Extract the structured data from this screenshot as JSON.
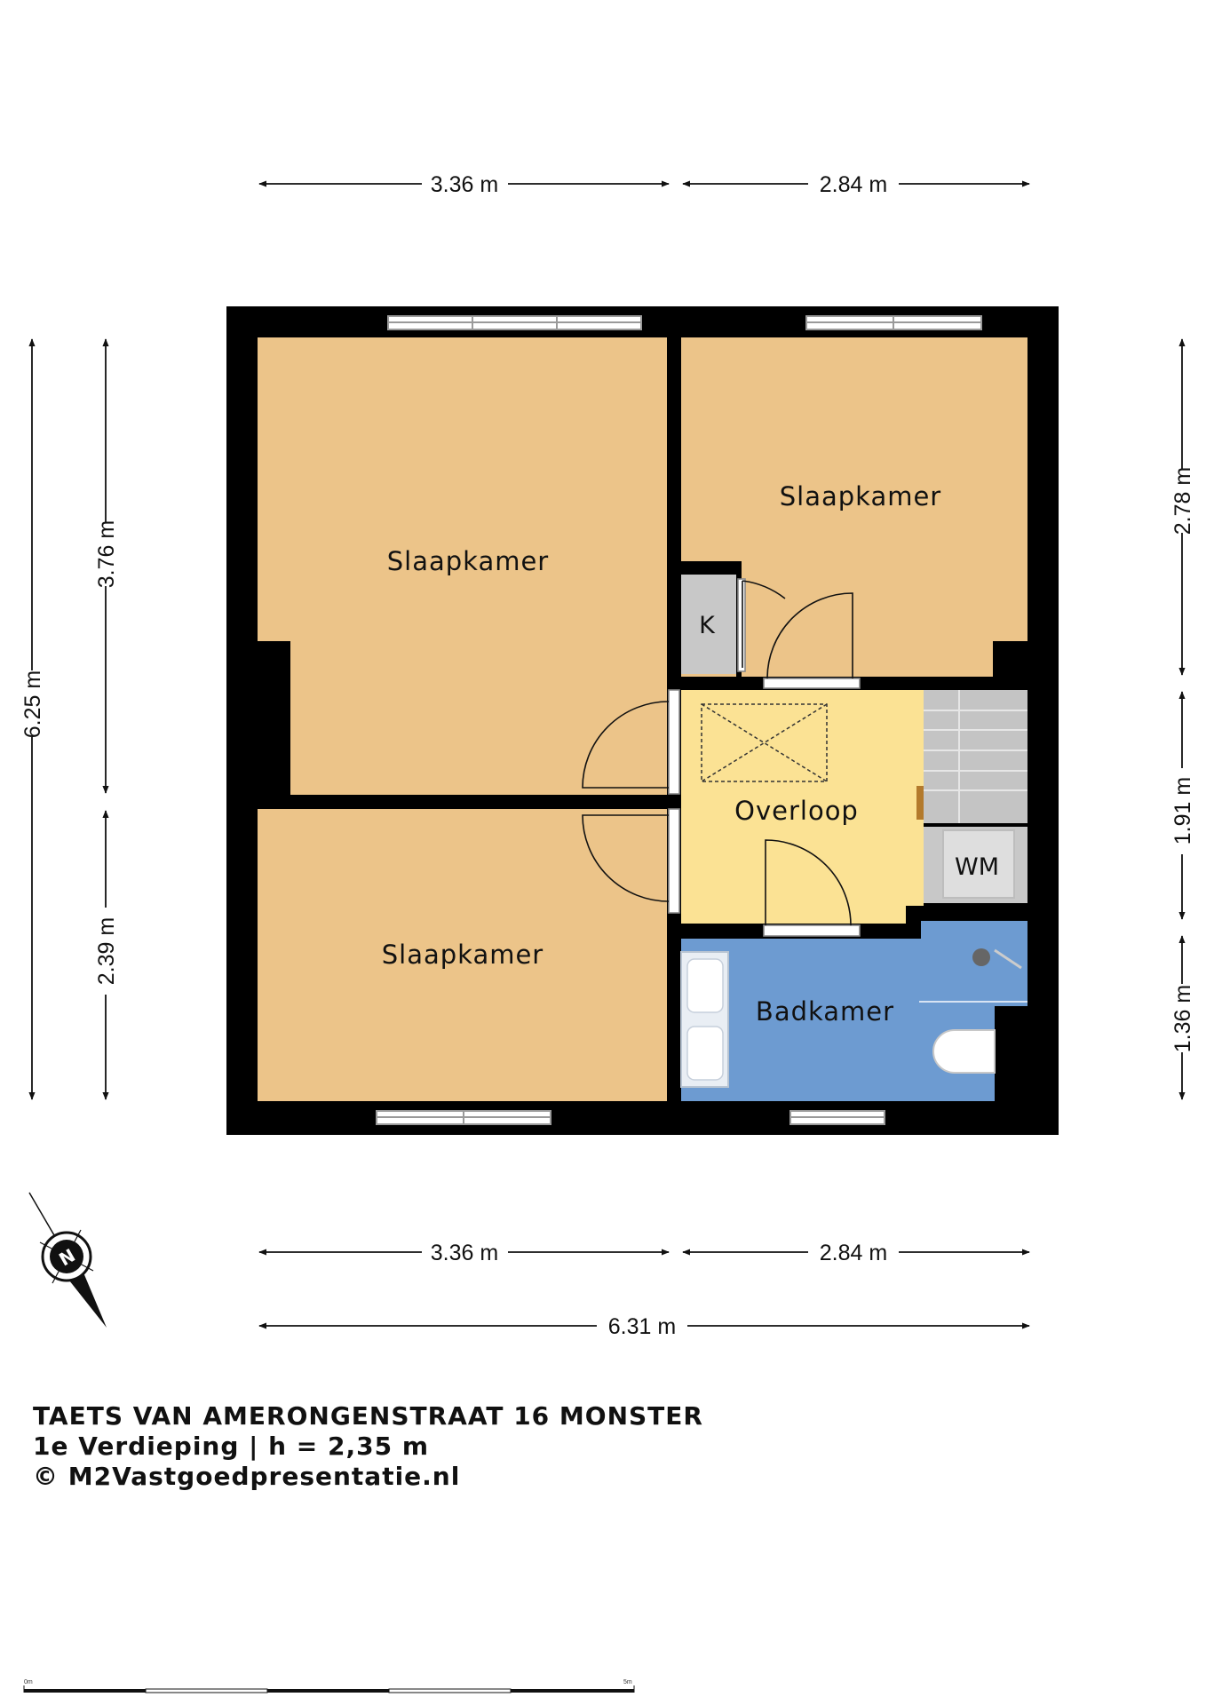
{
  "dimensions": {
    "top_left": "3.36 m",
    "top_right": "2.84 m",
    "left_total": "6.25 m",
    "left_upper": "3.76 m",
    "left_lower": "2.39 m",
    "right_upper": "2.78 m",
    "right_middle": "1.91 m",
    "right_lower": "1.36 m",
    "bottom_left": "3.36 m",
    "bottom_right": "2.84 m",
    "bottom_total": "6.31 m"
  },
  "rooms": {
    "bedroom_large": "Slaapkamer",
    "bedroom_top_right": "Slaapkamer",
    "bedroom_bottom": "Slaapkamer",
    "landing": "Overloop",
    "bathroom": "Badkamer",
    "closet": "K",
    "washing_machine": "WM"
  },
  "compass": {
    "label": "N"
  },
  "title": {
    "address": "TAETS VAN AMERONGENSTRAAT 16 MONSTER",
    "floor": "1e Verdieping | h = 2,35 m",
    "copyright": "© M2Vastgoedpresentatie.nl"
  },
  "scale_bar": {
    "start": "0m",
    "end": "5m"
  },
  "colors": {
    "wall": "#000000",
    "bedroom": "#ecc489",
    "landing": "#fbe294",
    "bathroom": "#6d9bd1",
    "utility": "#c8c8c8"
  }
}
